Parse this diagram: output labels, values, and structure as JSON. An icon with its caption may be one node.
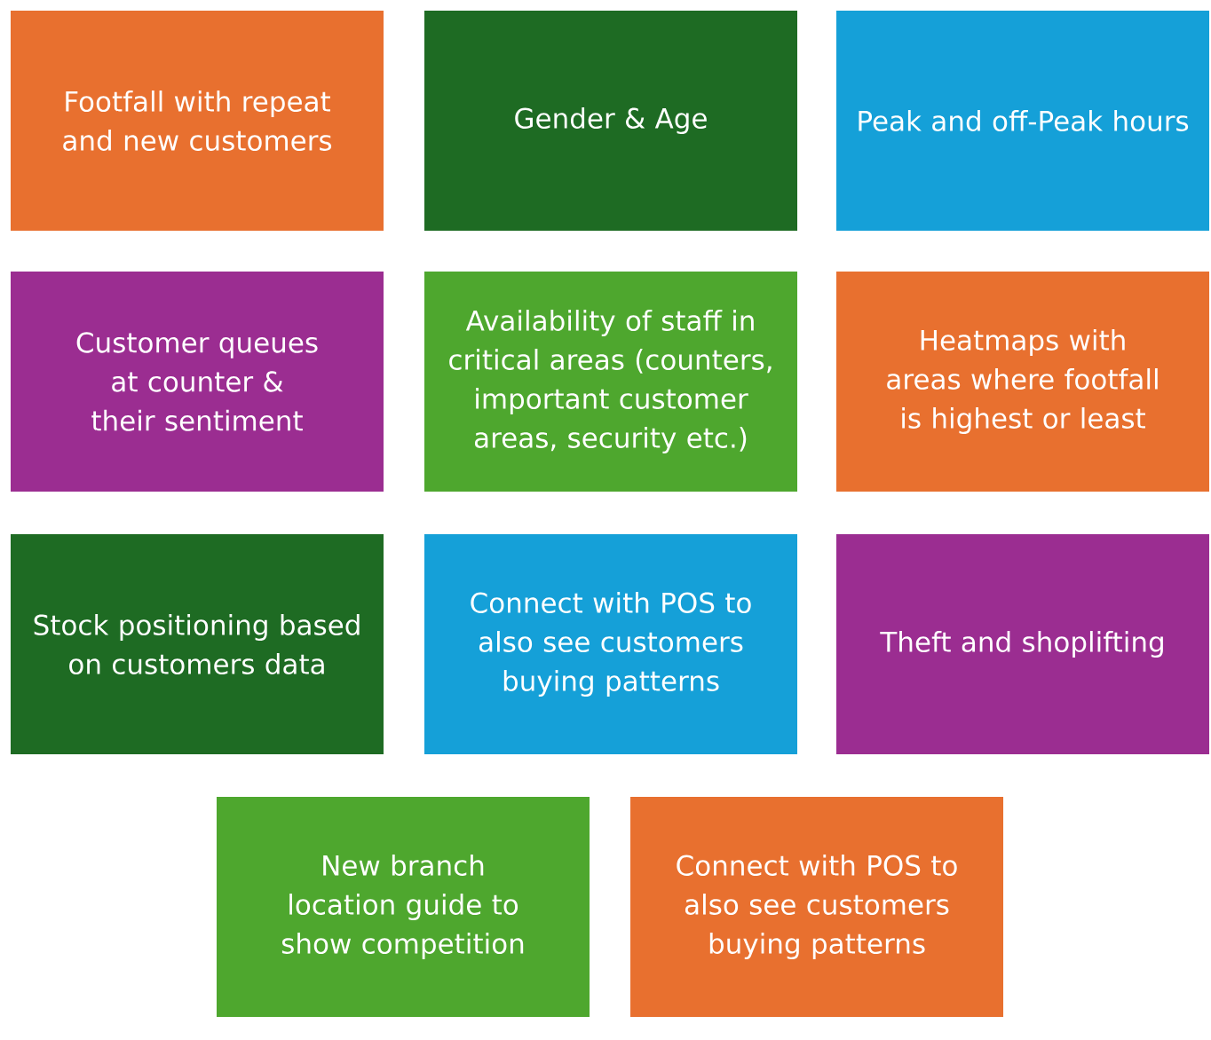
{
  "diagram": {
    "nodes": [
      {
        "text": [
          "Footfall with repeat and new customers"
        ]
      },
      {
        "text": [
          "Gender & Age"
        ]
      },
      {
        "text": [
          "Peak and off-Peak hours"
        ]
      },
      {
        "text": [
          "Customer queues at counter & their sentiment"
        ]
      },
      {
        "text": [
          "Availability of staff in critical areas (counters, important customer areas, security etc.)"
        ]
      },
      {
        "text": [
          "Heatmaps with areas where footfall is highest or least"
        ]
      },
      {
        "text": [
          "Stock positioning based on customers data"
        ]
      },
      {
        "text": [
          "Connect with POS to also see customers buying patterns"
        ]
      },
      {
        "text": [
          "Theft and shoplifting"
        ]
      },
      {
        "text": [
          "New branch location guide to show competition"
        ]
      },
      {
        "text": [
          "Connect with POS to also see customers buying patterns"
        ]
      }
    ]
  }
}
